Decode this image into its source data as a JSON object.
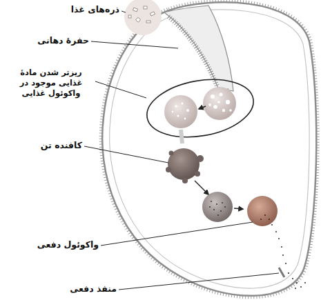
{
  "diagram": {
    "labels": [
      "ذره‌های غذا",
      "حفرهٔ دهانی",
      "ریزتر شدن مادهٔ غذایی موجود در واکوئول غذایی",
      "کافنده تن",
      "واکوئول دفعی",
      "منفذ دفعی"
    ]
  }
}
